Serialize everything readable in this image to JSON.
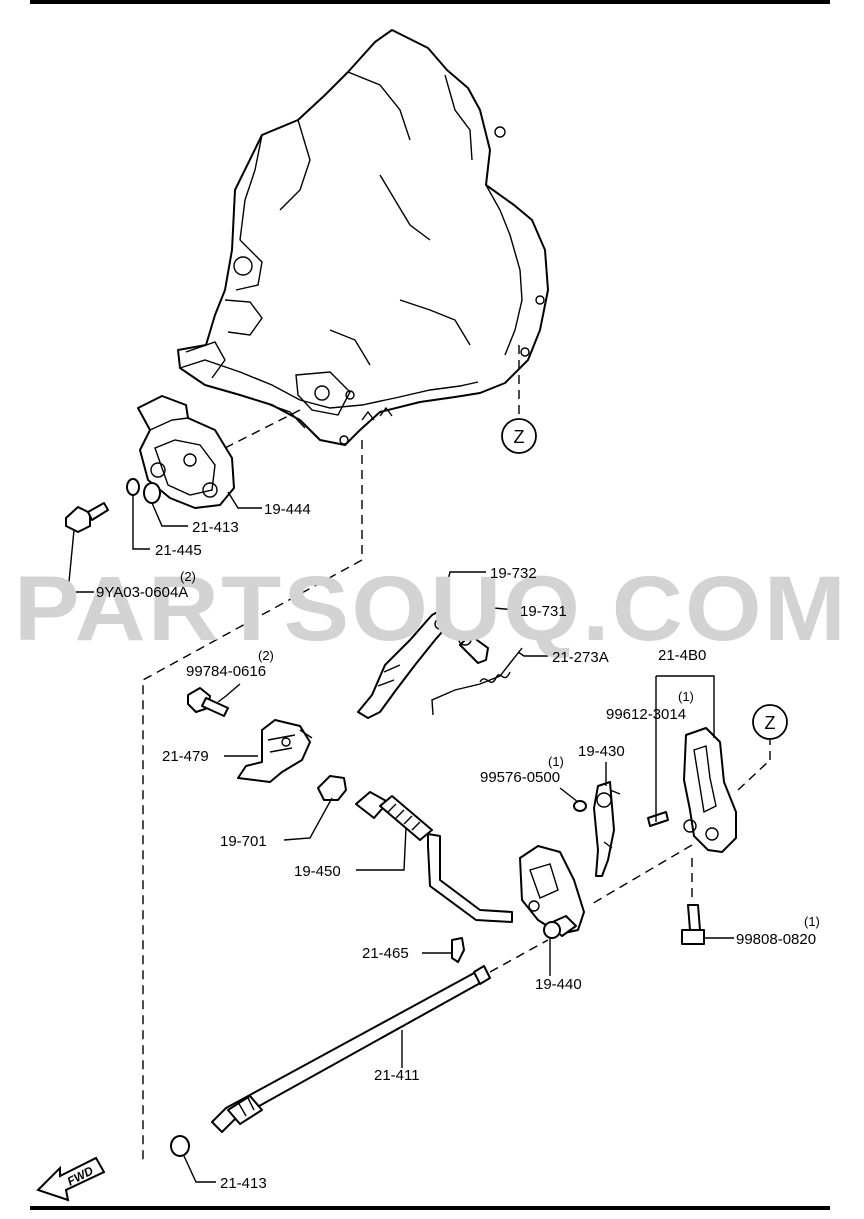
{
  "watermark": "PARTSOUQ.COM",
  "direction_badge": "FWD",
  "reference_marker": "Z",
  "parts": [
    {
      "number": "19-444"
    },
    {
      "number": "21-413"
    },
    {
      "number": "21-445"
    },
    {
      "number": "9YA03-0604A",
      "qty": "(2)"
    },
    {
      "number": "19-732"
    },
    {
      "number": "19-731"
    },
    {
      "number": "21-273A"
    },
    {
      "number": "99784-0616",
      "qty": "(2)"
    },
    {
      "number": "21-4B0"
    },
    {
      "number": "99612-3014",
      "qty": "(1)"
    },
    {
      "number": "21-479"
    },
    {
      "number": "19-430"
    },
    {
      "number": "99576-0500",
      "qty": "(1)"
    },
    {
      "number": "19-701"
    },
    {
      "number": "19-450"
    },
    {
      "number": "21-465"
    },
    {
      "number": "19-440"
    },
    {
      "number": "99808-0820",
      "qty": "(1)"
    },
    {
      "number": "21-411"
    },
    {
      "number": "21-413"
    }
  ]
}
